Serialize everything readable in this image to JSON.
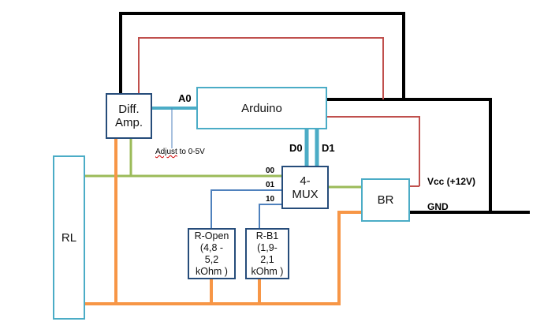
{
  "blocks": {
    "diff_amp": "Diff.\nAmp.",
    "arduino": "Arduino",
    "mux": "4-\nMUX",
    "br": "BR",
    "rl": "RL",
    "r_open": "R-Open\n(4,8 -\n5,2\nkOhm )",
    "r_b1": "R-B1\n(1,9-\n2,1\nkOhm )"
  },
  "labels": {
    "a0": "A0",
    "adjust_word": "Adjust",
    "adjust_rest": " to 0-5V",
    "d0": "D0",
    "d1": "D1",
    "ch00": "00",
    "ch01": "01",
    "ch10": "10",
    "vcc": "Vcc (+12V)",
    "gnd": "GND"
  },
  "colors": {
    "power": "#c0504d",
    "ground": "#000000",
    "signal_orange": "#f79646",
    "signal_green": "#9bbb59",
    "data_cyan": "#4bacc6",
    "wire_blue": "#4f81bd",
    "box_blue": "#2e6f9e"
  }
}
